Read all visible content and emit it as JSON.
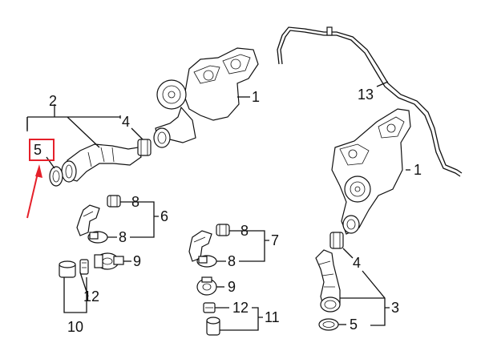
{
  "callouts": {
    "n1a": "1",
    "n1b": "1",
    "n2": "2",
    "n3": "3",
    "n4a": "4",
    "n4b": "4",
    "n5a": "5",
    "n5b": "5",
    "n6": "6",
    "n7": "7",
    "n8a": "8",
    "n8b": "8",
    "n8c": "8",
    "n8d": "8",
    "n9a": "9",
    "n9b": "9",
    "n10": "10",
    "n11": "11",
    "n12a": "12",
    "n12b": "12",
    "n13": "13"
  },
  "highlight": {
    "box_color": "#e5202a",
    "arrow_color": "#e5202a"
  },
  "colors": {
    "line": "#111111",
    "part_fill": "#ffffff",
    "shade": "#d9d9d9"
  }
}
